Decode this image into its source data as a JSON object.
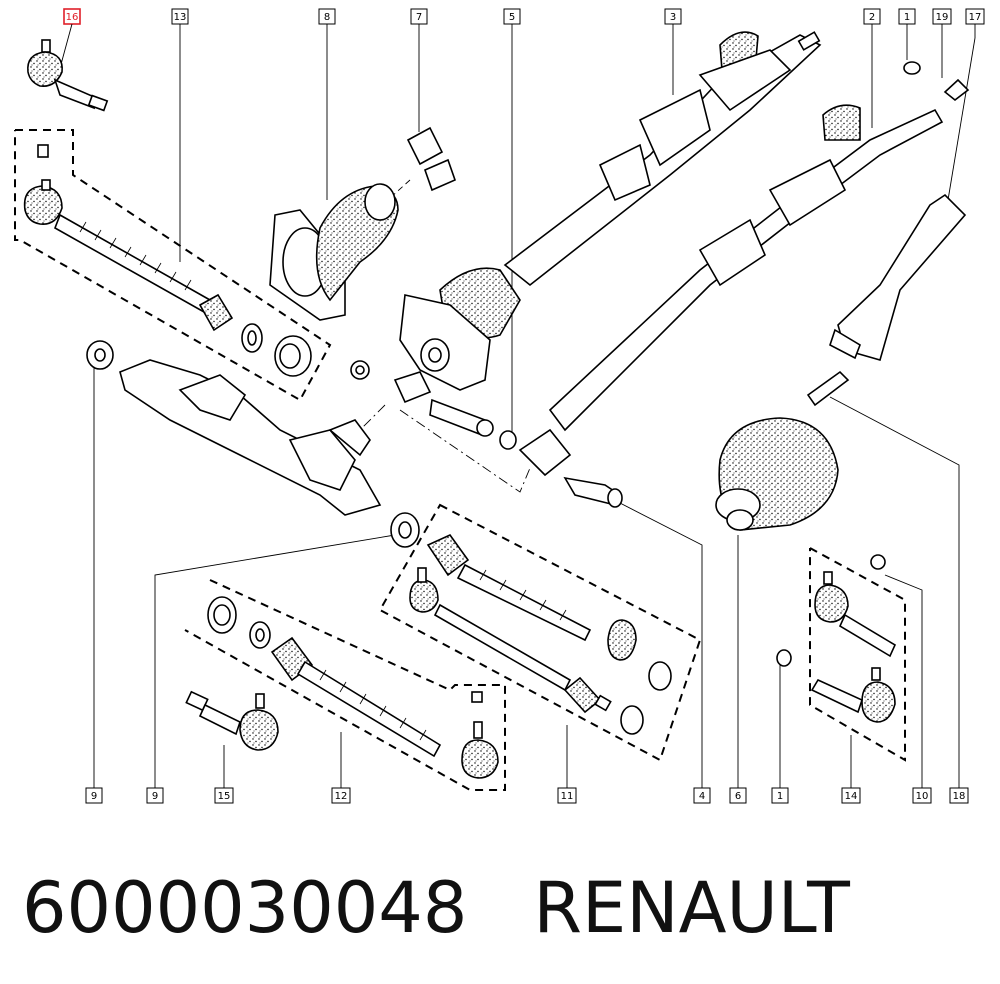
{
  "callouts": [
    {
      "id": "16",
      "highlight": true
    },
    {
      "id": "13"
    },
    {
      "id": "8"
    },
    {
      "id": "7"
    },
    {
      "id": "5"
    },
    {
      "id": "3"
    },
    {
      "id": "2"
    },
    {
      "id": "1"
    },
    {
      "id": "19"
    },
    {
      "id": "17"
    },
    {
      "id": "9"
    },
    {
      "id": "9"
    },
    {
      "id": "15"
    },
    {
      "id": "12"
    },
    {
      "id": "11"
    },
    {
      "id": "4"
    },
    {
      "id": "6"
    },
    {
      "id": "1"
    },
    {
      "id": "14"
    },
    {
      "id": "10"
    },
    {
      "id": "18"
    }
  ],
  "footer": {
    "part_number": "6000030048",
    "brand": "RENAULT"
  },
  "colors": {
    "highlight": "#e0202a",
    "ink": "#000000",
    "background": "#ffffff"
  }
}
